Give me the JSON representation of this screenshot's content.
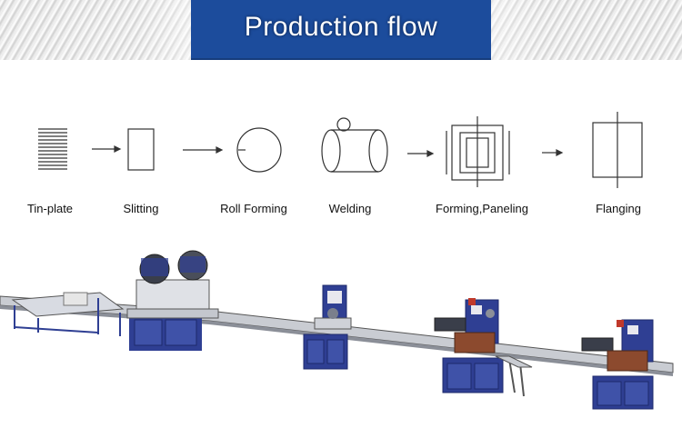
{
  "header": {
    "title": "Production flow"
  },
  "flow": {
    "steps": [
      {
        "label": "Tin-plate"
      },
      {
        "label": "Slitting"
      },
      {
        "label": "Roll Forming"
      },
      {
        "label": "Welding"
      },
      {
        "label": "Forming,Paneling"
      },
      {
        "label": "Flanging"
      }
    ]
  },
  "colors": {
    "banner_blue": "#1c4c9c",
    "machine_blue": "#2f3f93",
    "rail_grey": "#c9ccd2"
  }
}
